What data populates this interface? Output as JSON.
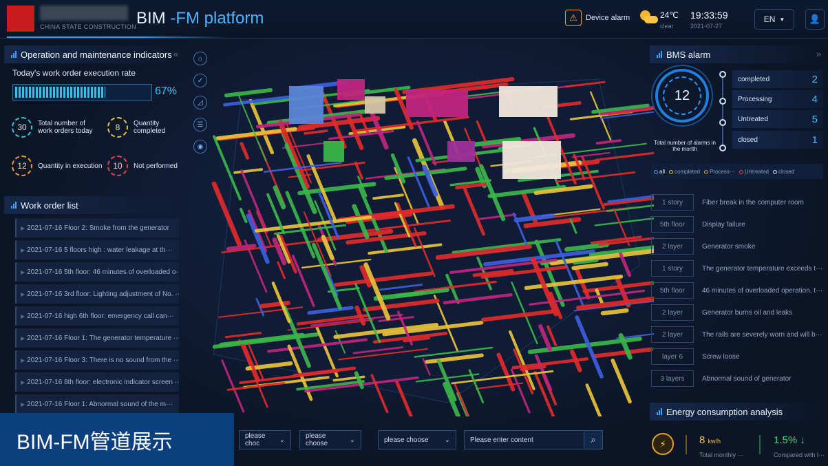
{
  "header": {
    "logo_sub": "CHINA STATE CONSTRUCTION",
    "title_main": "BIM ",
    "title_accent": "-FM platform",
    "device_alarm": "Device alarm",
    "temperature": "24℃",
    "weather": "clear",
    "time": "19:33:59",
    "date": "2021-07-27",
    "language": "EN"
  },
  "ops": {
    "title": "Operation and maintenance indicators",
    "rate_label": "Today's work order execution rate",
    "rate_value": "67%",
    "rate_fraction": 0.67,
    "stats": [
      {
        "value": "30",
        "label": "Total number of work orders today"
      },
      {
        "value": "8",
        "label": "Quantity completed"
      },
      {
        "value": "12",
        "label": "Quantity in execution"
      },
      {
        "value": "10",
        "label": "Not performed"
      }
    ]
  },
  "work_orders": {
    "title": "Work order list",
    "items": [
      "2021-07-16 Floor 2: Smoke from the generator",
      "2021-07-16 5 floors   high   : water leakage at th···",
      "2021-07-16 5th floor: 46 minutes of overloaded o···",
      "2021-07-16 3rd floor: Lighting adjustment of No. ···",
      "2021-07-16   high   6th floor: emergency call can···",
      "2021-07-16 Floor 1: The generator temperature  ···",
      "2021-07-16 Floor 3: There is no sound from the  ···",
      "2021-07-16 8th floor: electronic indicator screen  ···",
      "2021-07-16 Floor   1:   Abnormal sound of the m···"
    ]
  },
  "bms": {
    "title": "BMS alarm",
    "total": "12",
    "total_label": "Total number of alarms in the month",
    "statuses": [
      {
        "label": "completed",
        "value": "2"
      },
      {
        "label": "Processing",
        "value": "4"
      },
      {
        "label": "Untreated",
        "value": "5"
      },
      {
        "label": "closed",
        "value": "1"
      }
    ],
    "filters": [
      "all",
      "completed",
      "Process···",
      "Untreated",
      "closed"
    ],
    "alarms": [
      {
        "floor": "1 story",
        "text": "Fiber break in the computer room"
      },
      {
        "floor": "5th floor",
        "text": "Display failure"
      },
      {
        "floor": "2 layer",
        "text": "Generator smoke"
      },
      {
        "floor": "1 story",
        "text": "The generator temperature exceeds t···"
      },
      {
        "floor": "5th floor",
        "text": "46 minutes of overloaded operation, t···"
      },
      {
        "floor": "2 layer",
        "text": "Generator burns oil and leaks"
      },
      {
        "floor": "2 layer",
        "text": "The rails are severely worn and will b···"
      },
      {
        "floor": "layer 6",
        "text": "Screw loose"
      },
      {
        "floor": "3 layers",
        "text": "Abnormal sound of generator"
      }
    ]
  },
  "energy": {
    "title": "Energy consumption analysis",
    "value1": "8",
    "unit1": "kw/h",
    "label1": "Total monthly ···",
    "value2": "1.5% ↓",
    "label2": "Compared with l···"
  },
  "banner": "BIM-FM管道展示",
  "bottom": {
    "select1": "please choc",
    "select2": "please choose",
    "select3": "please choose",
    "search_placeholder": "Please enter content"
  },
  "colors": {
    "accent": "#2aa0ff",
    "pipe_red": "#e02b2b",
    "pipe_green": "#3bb54a",
    "pipe_blue": "#3d5fe0",
    "pipe_yellow": "#e8c33a",
    "pipe_magenta": "#c0257e"
  }
}
